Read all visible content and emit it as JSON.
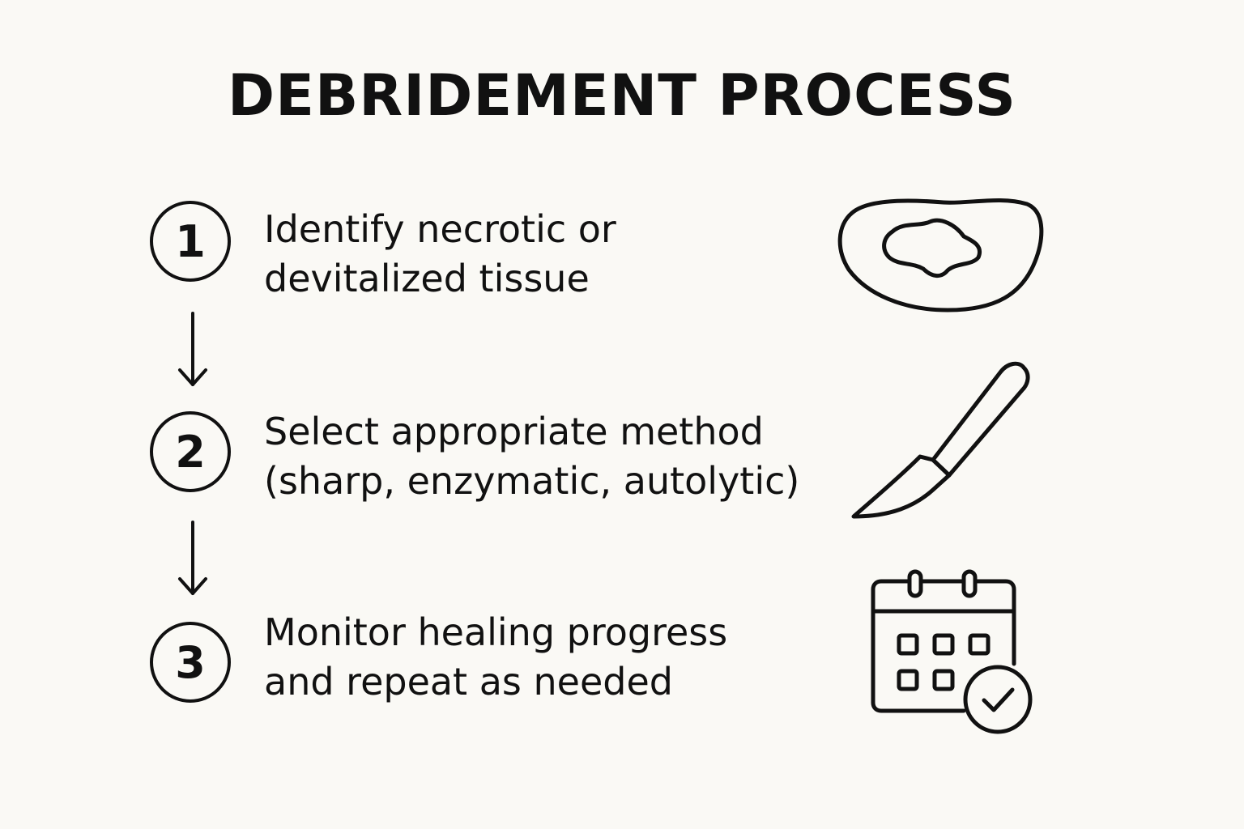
{
  "title": "DEBRIDEMENT PROCESS",
  "steps": [
    {
      "number": "1",
      "lines": [
        "Identify necrotic or",
        "devitalized tissue"
      ],
      "icon": "wound-icon"
    },
    {
      "number": "2",
      "lines": [
        "Select appropriate method",
        "(sharp, enzymatic, autolytic)"
      ],
      "icon": "scalpel-icon"
    },
    {
      "number": "3",
      "lines": [
        "Monitor healing progress",
        "and repeat as needed"
      ],
      "icon": "calendar-check-icon"
    }
  ],
  "colors": {
    "background": "#faf9f5",
    "ink": "#111111"
  }
}
